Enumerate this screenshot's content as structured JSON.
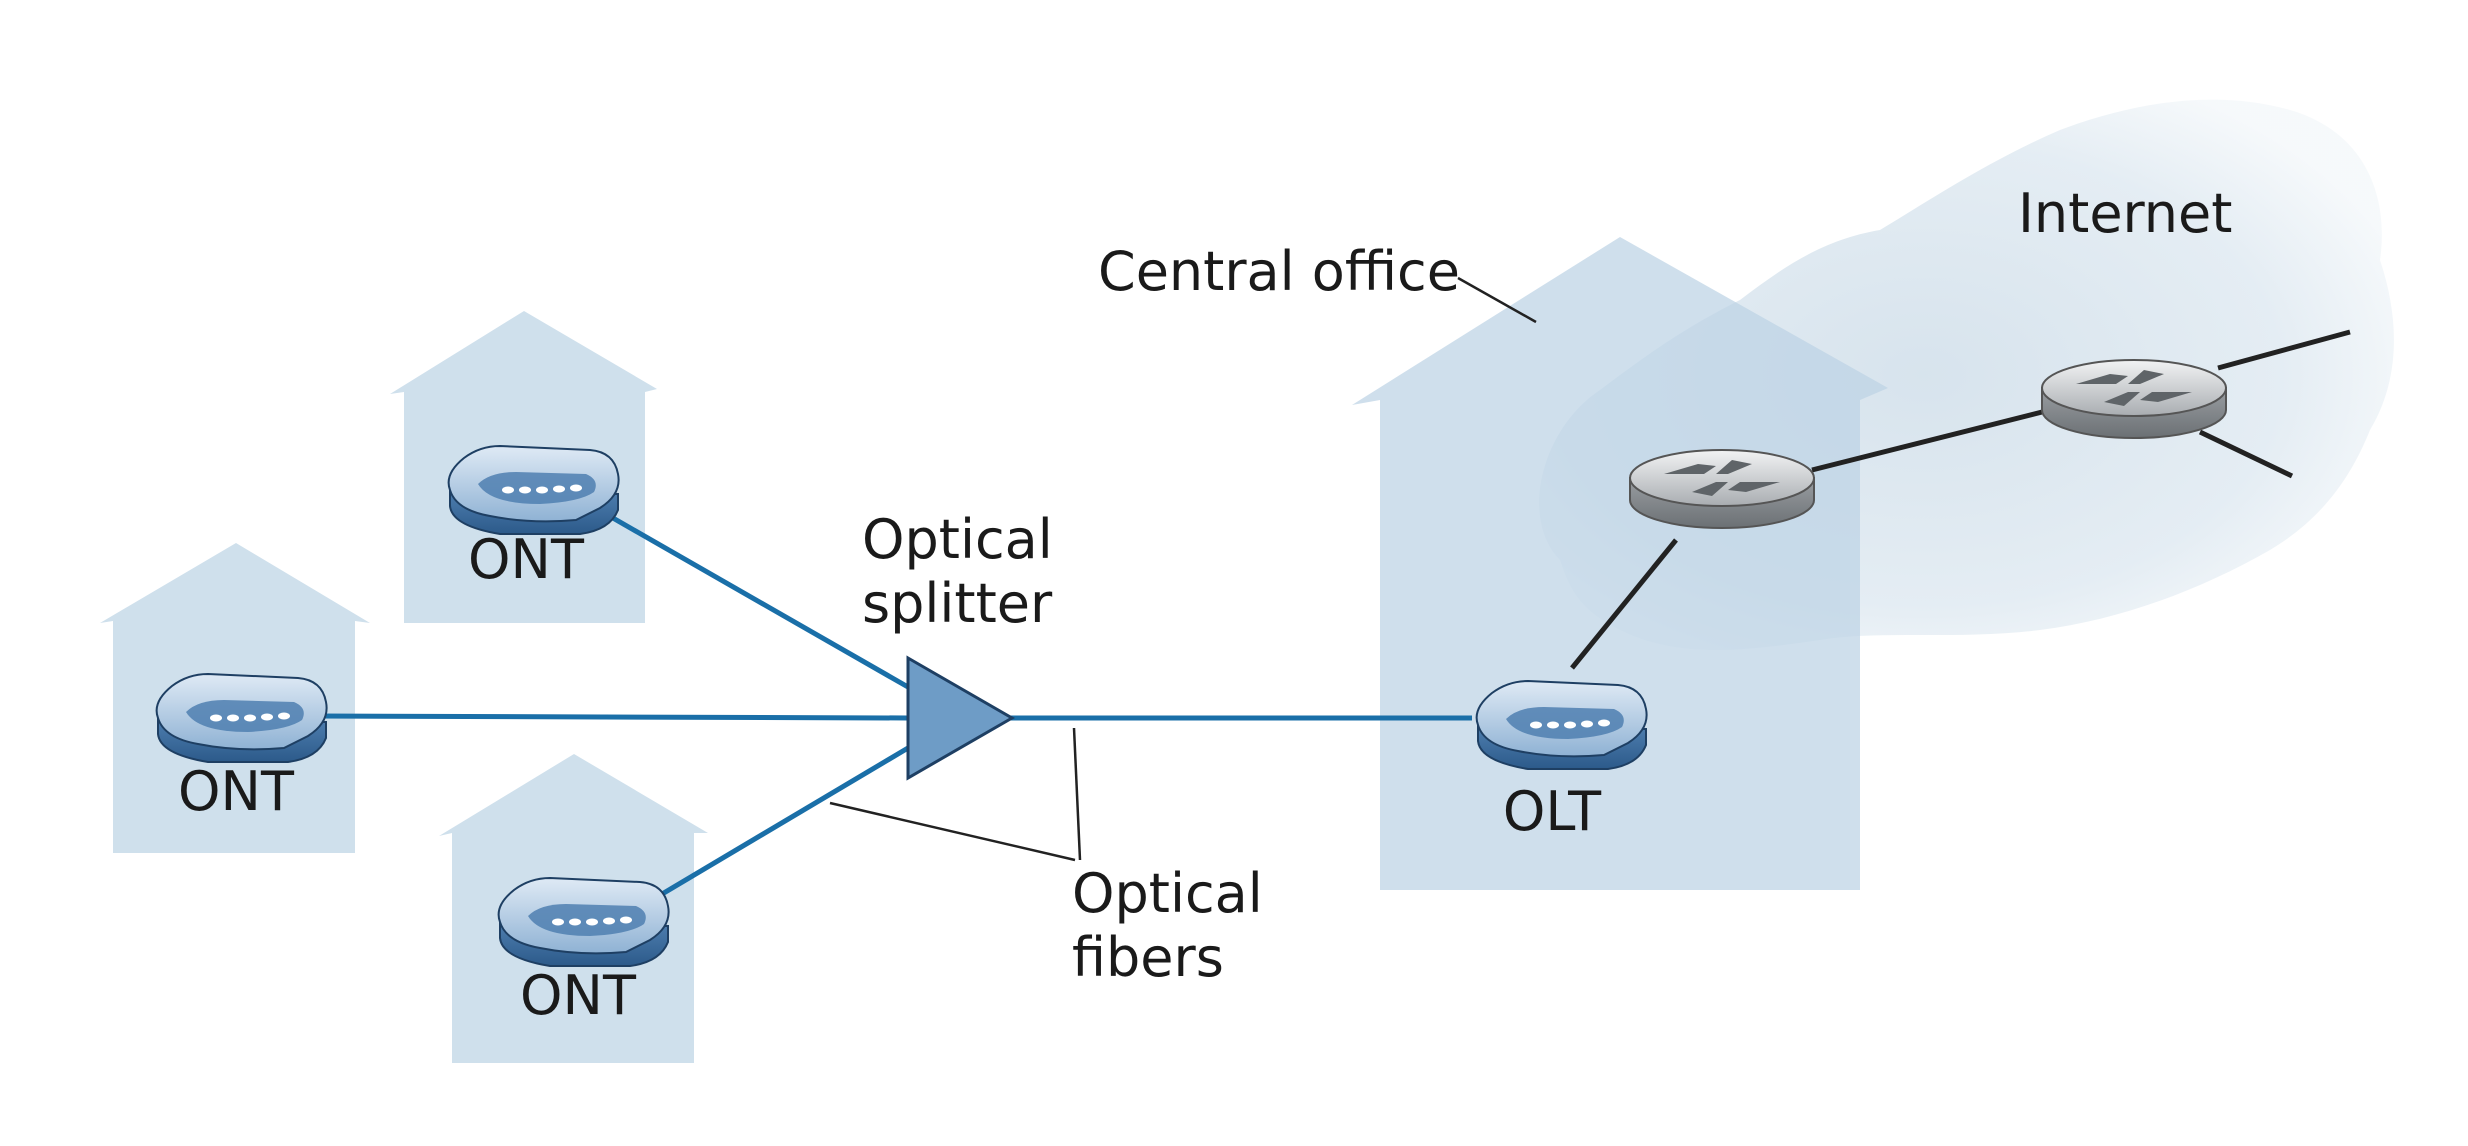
{
  "labels": {
    "internet": "Internet",
    "central_office": "Central office",
    "optical_splitter_line1": "Optical",
    "optical_splitter_line2": "splitter",
    "optical_fibers_line1": "Optical",
    "optical_fibers_line2": "fibers",
    "ont_top": "ONT",
    "ont_left": "ONT",
    "ont_bottom": "ONT",
    "olt": "OLT"
  },
  "colors": {
    "house_fill": "#cfe0ec",
    "cloud_fill": "#dde8f0",
    "fiber": "#1a6fa8",
    "copper_link": "#222222",
    "splitter_fill": "#6e9cc6",
    "device_fill": "#7fa6cc",
    "router_fill": "#b9bcbf"
  },
  "icons": {
    "modem": "modem-icon",
    "router": "router-icon",
    "splitter": "splitter-triangle-icon",
    "house": "house-icon",
    "cloud": "cloud-icon"
  }
}
